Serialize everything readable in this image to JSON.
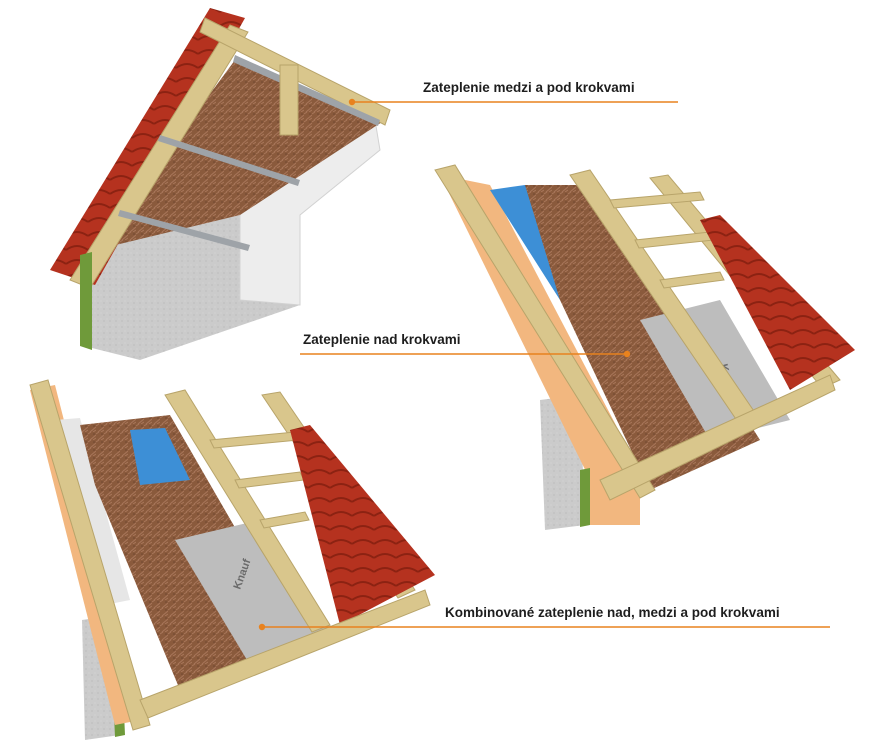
{
  "callouts": {
    "between_under": {
      "label": "Zateplenie medzi a pod krokvami"
    },
    "above": {
      "label": "Zateplenie nad krokvami"
    },
    "combined": {
      "label": "Kombinované zateplenie nad, medzi a pod krokvami"
    }
  },
  "colors": {
    "leader_line": "#e8821e",
    "tile_red": "#b5321f",
    "timber": "#d9c68c",
    "wool": "#8a5a3c",
    "membrane_blue": "#3d8fd6",
    "board_orange": "#f2b77f",
    "concrete": "#cfcfcf",
    "foil_gray": "#bdbdbd"
  },
  "brand_mark": "Knauf"
}
